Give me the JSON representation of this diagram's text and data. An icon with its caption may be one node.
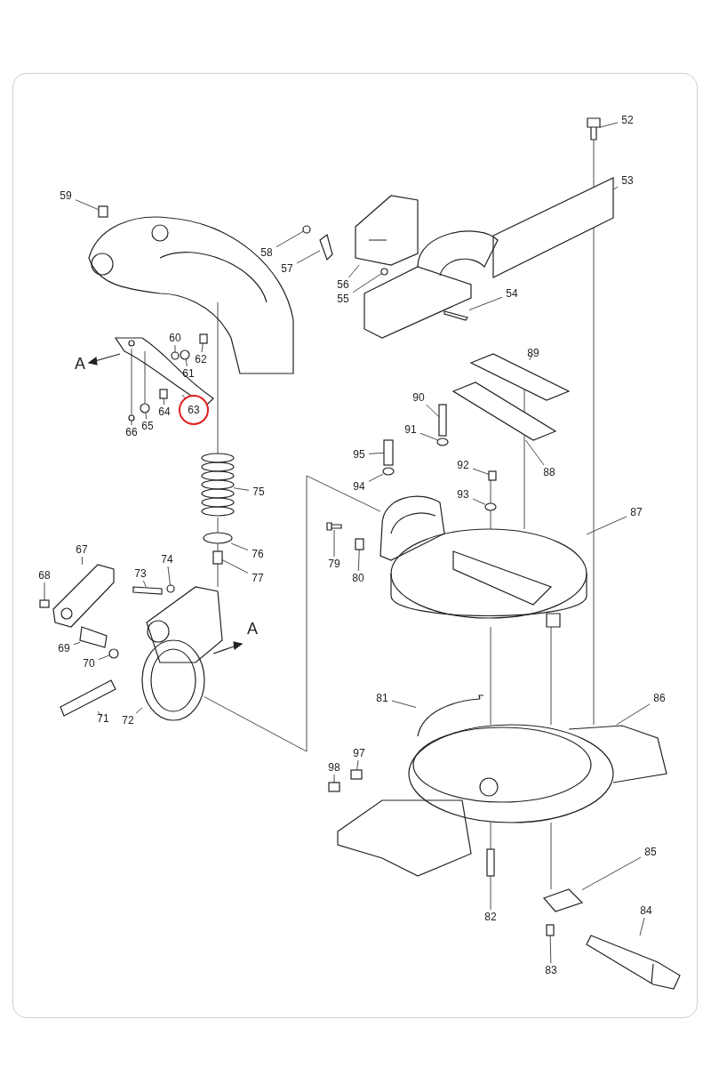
{
  "diagram": {
    "nodes": [
      {
        "text": [
          "52"
        ]
      },
      {
        "text": [
          "53"
        ]
      },
      {
        "text": [
          "59"
        ]
      },
      {
        "text": [
          "58"
        ]
      },
      {
        "text": [
          "57"
        ]
      },
      {
        "text": [
          "56"
        ]
      },
      {
        "text": [
          "55"
        ]
      },
      {
        "text": [
          "54"
        ]
      },
      {
        "text": [
          "60"
        ]
      },
      {
        "text": [
          "62"
        ]
      },
      {
        "text": [
          "89"
        ]
      },
      {
        "text": [
          "61"
        ]
      },
      {
        "text": [
          "90"
        ]
      },
      {
        "text": [
          "63"
        ]
      },
      {
        "text": [
          "64"
        ]
      },
      {
        "text": [
          "91"
        ]
      },
      {
        "text": [
          "65"
        ]
      },
      {
        "text": [
          "66"
        ]
      },
      {
        "text": [
          "95"
        ]
      },
      {
        "text": [
          "92"
        ]
      },
      {
        "text": [
          "94"
        ]
      },
      {
        "text": [
          "88"
        ]
      },
      {
        "text": [
          "75"
        ]
      },
      {
        "text": [
          "93"
        ]
      },
      {
        "text": [
          "87"
        ]
      },
      {
        "text": [
          "67"
        ]
      },
      {
        "text": [
          "74"
        ]
      },
      {
        "text": [
          "79"
        ]
      },
      {
        "text": [
          "76"
        ]
      },
      {
        "text": [
          "73"
        ]
      },
      {
        "text": [
          "68"
        ]
      },
      {
        "text": [
          "80"
        ]
      },
      {
        "text": [
          "77"
        ]
      },
      {
        "text": [
          "69"
        ]
      },
      {
        "text": [
          "70"
        ]
      },
      {
        "text": [
          "81"
        ]
      },
      {
        "text": [
          "86"
        ]
      },
      {
        "text": [
          "71"
        ]
      },
      {
        "text": [
          "72"
        ]
      },
      {
        "text": [
          "97"
        ]
      },
      {
        "text": [
          "98"
        ]
      },
      {
        "text": [
          "85"
        ]
      },
      {
        "text": [
          "84"
        ]
      },
      {
        "text": [
          "82"
        ]
      },
      {
        "text": [
          "83"
        ]
      },
      {
        "text": [],
        "shape": "picture"
      },
      {
        "text": [],
        "shape": "box"
      },
      {
        "text": [],
        "shape": "box"
      },
      {
        "text": [],
        "shape": "circle"
      },
      {
        "text": [],
        "shape": "box"
      },
      {
        "text": [],
        "shape": "picture"
      },
      {
        "text": [],
        "shape": "circle"
      },
      {
        "text": [],
        "shape": "box"
      },
      {
        "text": [],
        "shape": "circle"
      },
      {
        "text": [],
        "shape": "box"
      },
      {
        "text": [],
        "shape": "box"
      },
      {
        "text": [],
        "shape": "circle"
      },
      {
        "text": [],
        "shape": "box"
      },
      {
        "text": [],
        "shape": "picture"
      },
      {
        "text": [],
        "shape": "box"
      },
      {
        "text": [],
        "shape": "circle"
      },
      {
        "text": [],
        "shape": "circle"
      },
      {
        "text": [],
        "shape": "circle"
      },
      {
        "text": [],
        "shape": "box"
      },
      {
        "text": [],
        "shape": "box"
      },
      {
        "text": [],
        "shape": "circle"
      },
      {
        "text": [],
        "shape": "box"
      },
      {
        "text": [],
        "shape": "picture"
      },
      {
        "text": [],
        "shape": "circle"
      },
      {
        "text": [],
        "shape": "picture"
      },
      {
        "text": [],
        "shape": "picture"
      },
      {
        "text": [],
        "shape": "circle"
      },
      {
        "text": [],
        "shape": "picture"
      },
      {
        "text": [],
        "shape": "circle"
      },
      {
        "text": [],
        "shape": "box"
      },
      {
        "text": [],
        "shape": "box"
      },
      {
        "text": [],
        "shape": "box"
      },
      {
        "text": [],
        "shape": "box"
      },
      {
        "text": [],
        "shape": "box"
      },
      {
        "text": [],
        "shape": "circle"
      },
      {
        "text": [],
        "shape": "picture"
      },
      {
        "text": [],
        "shape": "picture"
      },
      {
        "text": [],
        "shape": "box"
      },
      {
        "text": [],
        "shape": "picture"
      },
      {
        "text": [],
        "shape": "box"
      },
      {
        "text": [],
        "shape": "box"
      },
      {
        "text": [],
        "shape": "box"
      },
      {
        "text": [],
        "shape": "picture"
      },
      {
        "text": [],
        "shape": "box"
      },
      {
        "text": [],
        "shape": "box"
      },
      {
        "text": [],
        "shape": "picture"
      },
      {
        "text": [],
        "shape": "picture"
      },
      {
        "text": [],
        "shape": "picture"
      }
    ],
    "edges": [
      {
        "from": 0,
        "to": 45,
        "arrow": "none"
      },
      {
        "from": 1,
        "to": 46,
        "arrow": "none"
      },
      {
        "from": 2,
        "to": 47,
        "arrow": "none"
      },
      {
        "from": 3,
        "to": 48,
        "arrow": "none"
      },
      {
        "from": 4,
        "to": 49,
        "arrow": "none"
      },
      {
        "from": 5,
        "to": 50,
        "arrow": "none"
      },
      {
        "from": 6,
        "to": 51,
        "arrow": "none"
      },
      {
        "from": 7,
        "to": 52,
        "arrow": "none"
      },
      {
        "from": 8,
        "to": 53,
        "arrow": "none"
      },
      {
        "from": 9,
        "to": 54,
        "arrow": "none"
      },
      {
        "from": 10,
        "to": 55,
        "arrow": "none"
      },
      {
        "from": 11,
        "to": 56,
        "arrow": "none"
      },
      {
        "from": 12,
        "to": 57,
        "arrow": "none"
      },
      {
        "from": 13,
        "to": 58,
        "arrow": "none"
      },
      {
        "from": 14,
        "to": 59,
        "arrow": "none"
      },
      {
        "from": 15,
        "to": 60,
        "arrow": "none"
      },
      {
        "from": 16,
        "to": 61,
        "arrow": "none"
      },
      {
        "from": 17,
        "to": 62,
        "arrow": "none"
      },
      {
        "from": 18,
        "to": 63,
        "arrow": "none"
      },
      {
        "from": 19,
        "to": 64,
        "arrow": "none"
      },
      {
        "from": 20,
        "to": 65,
        "arrow": "none"
      },
      {
        "from": 21,
        "to": 66,
        "arrow": "none"
      },
      {
        "from": 22,
        "to": 67,
        "arrow": "none"
      },
      {
        "from": 23,
        "to": 68,
        "arrow": "none"
      },
      {
        "from": 24,
        "to": 69,
        "arrow": "none"
      },
      {
        "from": 25,
        "to": 70,
        "arrow": "none"
      },
      {
        "from": 26,
        "to": 71,
        "arrow": "none"
      },
      {
        "from": 27,
        "to": 72,
        "arrow": "none"
      },
      {
        "from": 28,
        "to": 73,
        "arrow": "none"
      },
      {
        "from": 29,
        "to": 74,
        "arrow": "none"
      },
      {
        "from": 30,
        "to": 75,
        "arrow": "none"
      },
      {
        "from": 31,
        "to": 76,
        "arrow": "none"
      },
      {
        "from": 32,
        "to": 77,
        "arrow": "none"
      },
      {
        "from": 33,
        "to": 78,
        "arrow": "none"
      },
      {
        "from": 34,
        "to": 79,
        "arrow": "none"
      },
      {
        "from": 35,
        "to": 80,
        "arrow": "none"
      },
      {
        "from": 36,
        "to": 81,
        "arrow": "none"
      },
      {
        "from": 37,
        "to": 82,
        "arrow": "none"
      },
      {
        "from": 38,
        "to": 83,
        "arrow": "none"
      },
      {
        "from": 39,
        "to": 84,
        "arrow": "none"
      },
      {
        "from": 40,
        "to": 85,
        "arrow": "none"
      },
      {
        "from": 41,
        "to": 86,
        "arrow": "none"
      },
      {
        "from": 42,
        "to": 87,
        "arrow": "none"
      },
      {
        "from": 43,
        "to": 88,
        "arrow": "none"
      },
      {
        "from": 44,
        "to": 89,
        "arrow": "none"
      },
      {
        "from": 45,
        "to": 46,
        "arrow": "none"
      },
      {
        "from": 46,
        "to": 81,
        "arrow": "none"
      },
      {
        "from": 64,
        "to": 68,
        "arrow": "none"
      },
      {
        "from": 68,
        "to": 69,
        "arrow": "none"
      },
      {
        "from": 69,
        "to": 81,
        "arrow": "none"
      },
      {
        "from": 81,
        "to": 88,
        "arrow": "none"
      },
      {
        "from": 55,
        "to": 66,
        "arrow": "none"
      },
      {
        "from": 66,
        "to": 69,
        "arrow": "none"
      },
      {
        "from": 69,
        "to": 81,
        "arrow": "none"
      },
      {
        "from": 81,
        "to": 86,
        "arrow": "none"
      },
      {
        "from": 90,
        "to": 67,
        "arrow": "none"
      },
      {
        "from": 67,
        "to": 73,
        "arrow": "none"
      },
      {
        "from": 73,
        "to": 77,
        "arrow": "none"
      },
      {
        "from": 77,
        "to": 91,
        "arrow": "none"
      },
      {
        "from": 92,
        "to": 83,
        "arrow": "none"
      },
      {
        "from": 58,
        "to": 61,
        "arrow": "none"
      },
      {
        "from": 58,
        "to": 62,
        "arrow": "none"
      }
    ],
    "labels": [
      "A",
      "A"
    ]
  }
}
